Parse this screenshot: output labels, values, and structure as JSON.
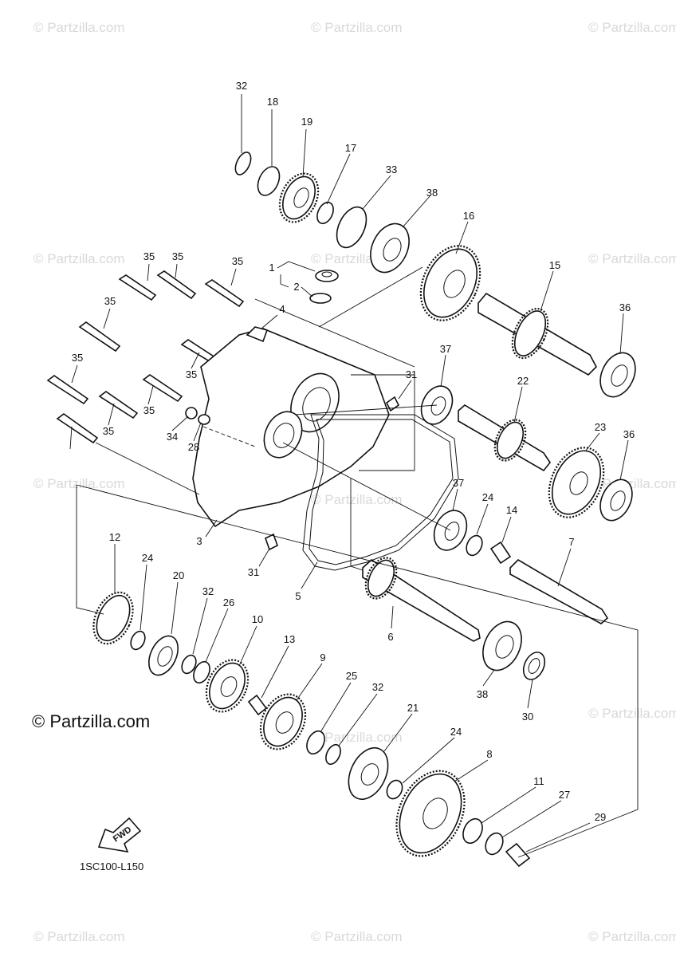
{
  "watermark": "© Partzilla.com",
  "copyright": "© Partzilla.com",
  "diagram_code": "1SC100-L150",
  "fwd_label": "FWD",
  "callouts": [
    "32",
    "18",
    "19",
    "17",
    "33",
    "38",
    "16",
    "15",
    "36",
    "1",
    "2",
    "4",
    "35",
    "35",
    "35",
    "35",
    "35",
    "35",
    "35",
    "35",
    "37",
    "22",
    "23",
    "36",
    "31",
    "34",
    "28",
    "3",
    "37",
    "24",
    "14",
    "7",
    "5",
    "31",
    "12",
    "24",
    "20",
    "32",
    "26",
    "10",
    "13",
    "9",
    "25",
    "32",
    "21",
    "6",
    "38",
    "30",
    "24",
    "8",
    "11",
    "27",
    "29"
  ]
}
